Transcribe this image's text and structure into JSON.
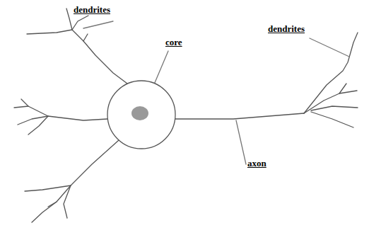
{
  "diagram": {
    "labels": [
      "dendrites",
      "core",
      "dendrites",
      "axon"
    ]
  }
}
